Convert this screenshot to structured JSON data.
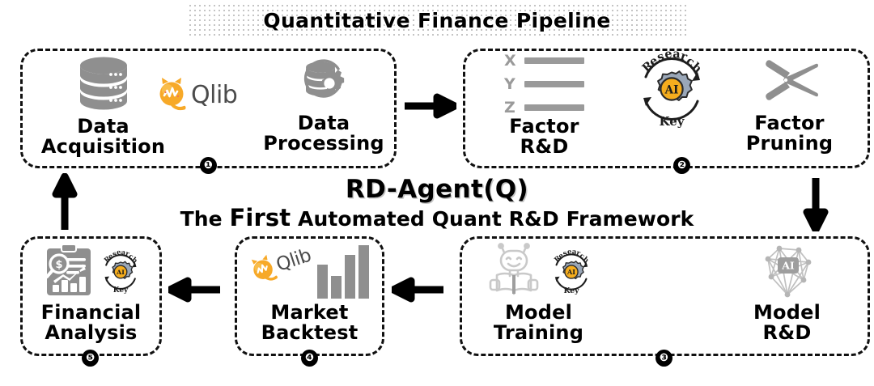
{
  "title": {
    "text": "Quantitative Finance Pipeline"
  },
  "center": {
    "main": "RD-Agent(Q)",
    "sub_the": "The ",
    "sub_first": "First",
    "sub_rest": " Automated Quant R&D Framework"
  },
  "badge": {
    "ai_text": "AI",
    "research_text": "Research",
    "key_text": "Key",
    "colors": {
      "gear_fill": "#9aa7b8",
      "gear_stroke": "#2b2b2b",
      "ai_circle": "#f5ad1e",
      "ai_text_color": "#1a1a1a"
    }
  },
  "qlib": {
    "word": "Qlib",
    "colors": {
      "cat_body": "#f7a928",
      "cat_highlight": "#fbc75e",
      "word_color": "#4b4b4b",
      "spark": "#ffffff"
    }
  },
  "colors": {
    "icon_gray": "#8f8f8f",
    "icon_light_gray": "#c9c9c9",
    "dash_black": "#111111",
    "title_dots": "#b9b9b9"
  },
  "stages": [
    {
      "id": "data-acquisition",
      "label": "Data\nAcquisition",
      "number": "❶",
      "icons": [
        "database-icon",
        "qlib-logo"
      ]
    },
    {
      "id": "data-processing",
      "label": "Data\nProcessing",
      "number": "",
      "icons": [
        "database-gear-refresh-icon"
      ]
    },
    {
      "id": "factor-rd",
      "label": "Factor\nR&D",
      "number": "❷",
      "icons": [
        "xyz-factor-list-icon",
        "research-key-ai-badge"
      ],
      "factor_rows": [
        {
          "letter": "X"
        },
        {
          "letter": "Y"
        },
        {
          "letter": "Z"
        }
      ]
    },
    {
      "id": "factor-pruning",
      "label": "Factor\nPruning",
      "number": "",
      "icons": [
        "scissors-icon"
      ]
    },
    {
      "id": "model-training",
      "label": "Model\nTraining",
      "number": "❸",
      "icons": [
        "robot-reading-book-icon",
        "research-key-ai-badge"
      ]
    },
    {
      "id": "model-rd",
      "label": "Model\nR&D",
      "number": "",
      "icons": [
        "neural-network-ai-icon"
      ]
    },
    {
      "id": "market-backtest",
      "label": "Market\nBacktest",
      "number": "❹",
      "icons": [
        "qlib-logo",
        "bar-chart-icon"
      ]
    },
    {
      "id": "financial-analysis",
      "label": "Financial\nAnalysis",
      "number": "❺",
      "icons": [
        "financial-report-magnifier-icon",
        "research-key-ai-badge"
      ]
    }
  ],
  "arrows": [
    {
      "id": "arrow-dataprocessing-to-factorrd",
      "direction": "right"
    },
    {
      "id": "arrow-factorpruning-to-modeltraining",
      "direction": "down"
    },
    {
      "id": "arrow-modeltraining-to-marketbacktest",
      "direction": "left"
    },
    {
      "id": "arrow-marketbacktest-to-financialanalysis",
      "direction": "left"
    },
    {
      "id": "arrow-financialanalysis-to-dataacquisition",
      "direction": "up"
    }
  ]
}
